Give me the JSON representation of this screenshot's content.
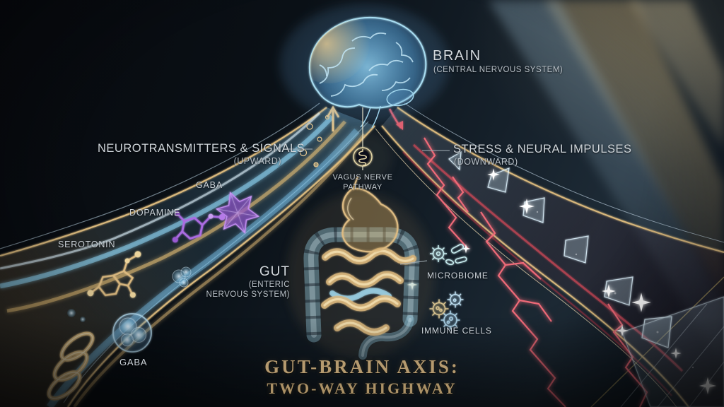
{
  "title": {
    "line1": "GUT-BRAIN AXIS:",
    "line2": "TWO-WAY HIGHWAY"
  },
  "brain": {
    "label": "BRAIN",
    "sublabel": "(CENTRAL NERVOUS SYSTEM)"
  },
  "gut": {
    "label": "GUT",
    "sublabel": "(ENTERIC NERVOUS SYSTEM)"
  },
  "pathway_left": {
    "label": "NEUROTRANSMITTERS & SIGNALS",
    "direction": "(UPWARD)"
  },
  "pathway_right": {
    "label": "STRESS & NEURAL IMPULSES",
    "direction": "(DOWNWARD)"
  },
  "vagus": {
    "label": "VAGUS NERVE PATHWAY"
  },
  "molecules": {
    "gaba_upper": "GABA",
    "dopamine": "DOPAMINE",
    "serotonin": "SEROTONIN",
    "gaba_lower": "GABA"
  },
  "annotations": {
    "microbiome": "MICROBIOME",
    "immune_cells": "IMMUNE CELLS"
  },
  "icons": {
    "vagus": "coiled-nerve-in-circle",
    "microbiome": "bacteria-cluster",
    "immune_cells": "spiky-immune-cells",
    "gaba_upper": "purple-polyhedron-molecule",
    "dopamine": "purple-ring-molecule",
    "serotonin": "gold-ring-molecule",
    "gaba_lower": "blue-vesicle-sphere-cluster",
    "left_path": "glowing-flow-stream-up-arrow",
    "right_path": "red-lightning-crystal-stream-down-arrow"
  },
  "colors": {
    "gold": "#d9b87c",
    "blue_glow": "#8fd4f0",
    "purple": "#a96ae0",
    "red_lightning": "#e05a6a",
    "label_text": "#ccd3d9",
    "title_gold": "#b59a6f",
    "background": "#0c1219"
  }
}
